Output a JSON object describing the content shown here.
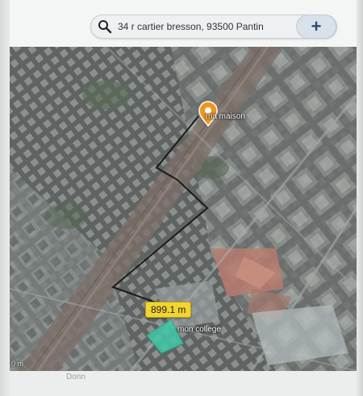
{
  "search": {
    "query": "34 r cartier bresson, 93500 Pantin",
    "add_label": "+"
  },
  "map": {
    "home_label": "ma maison",
    "school_label": "mon college",
    "distance_label": "899.1 m",
    "scale_label": "0 m",
    "bottom_tab": "Donn"
  },
  "colors": {
    "pin": "#f0961e",
    "route": "#1a1a1a",
    "badge": "#f3d431",
    "school_area": "#3fc8a8"
  }
}
